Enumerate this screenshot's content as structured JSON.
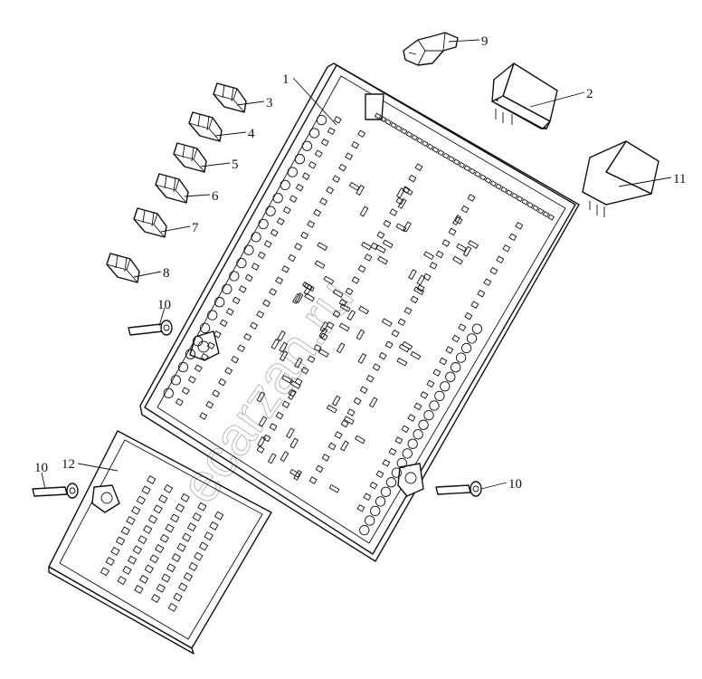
{
  "diagram": {
    "callouts": [
      {
        "id": "callout-1",
        "text": "1"
      },
      {
        "id": "callout-2",
        "text": "2"
      },
      {
        "id": "callout-3",
        "text": "3"
      },
      {
        "id": "callout-4",
        "text": "4"
      },
      {
        "id": "callout-5",
        "text": "5"
      },
      {
        "id": "callout-6",
        "text": "6"
      },
      {
        "id": "callout-7",
        "text": "7"
      },
      {
        "id": "callout-8",
        "text": "8"
      },
      {
        "id": "callout-9",
        "text": "9"
      },
      {
        "id": "callout-10a",
        "text": "10"
      },
      {
        "id": "callout-10b",
        "text": "10"
      },
      {
        "id": "callout-10c",
        "text": "10"
      },
      {
        "id": "callout-11",
        "text": "11"
      },
      {
        "id": "callout-12",
        "text": "12"
      }
    ],
    "watermark": "ecarzan.ru"
  }
}
